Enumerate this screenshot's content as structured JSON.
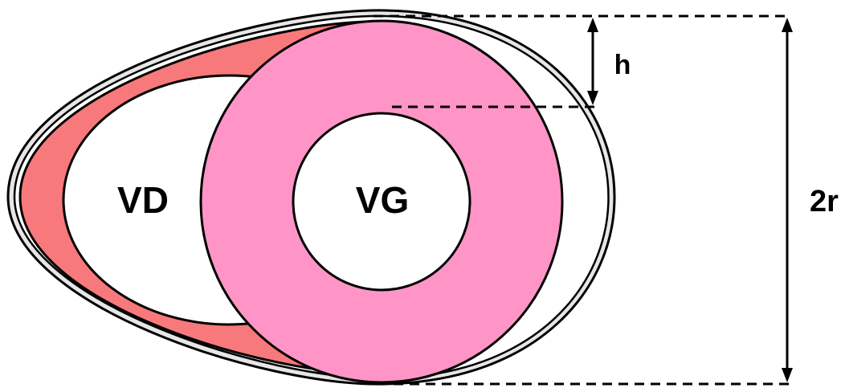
{
  "labels": {
    "right_ventricle": "VD",
    "left_ventricle": "VG",
    "wall_thickness": "h",
    "diameter": "2r"
  },
  "colors": {
    "right_ventricle_wall": "#F8797B",
    "left_ventricle_wall": "#FE95C6",
    "pericardium_fill": "#E6E6E6",
    "cavity": "#FFFFFF",
    "outline": "#000000"
  }
}
